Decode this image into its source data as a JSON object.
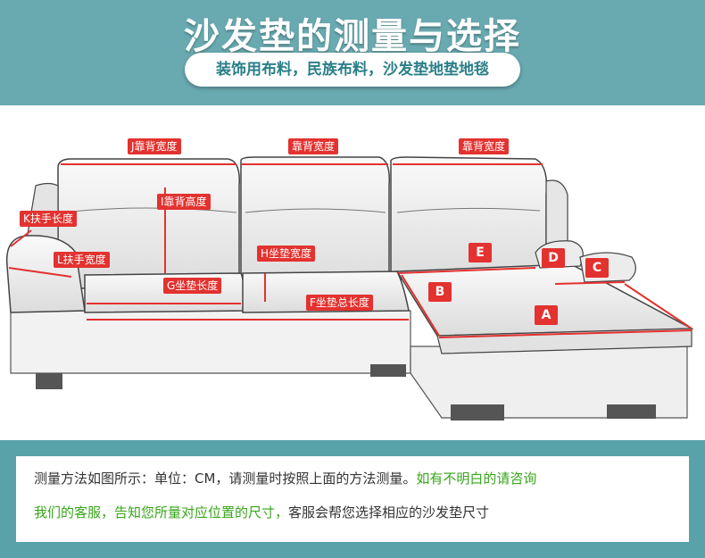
{
  "header": {
    "title": "沙发垫的测量与选择",
    "subtitle": "装饰用布料，民族布料，沙发垫地垫地毯",
    "background": "#69a9b0"
  },
  "labels": {
    "j_back_width": "J靠背宽度",
    "back_width_mid": "靠背宽度",
    "back_width_right": "靠背宽度",
    "i_back_height": "I靠背高度",
    "k_arm_length": "K扶手长度",
    "l_arm_width": "L扶手宽度",
    "h_seat_width": "H坐垫宽度",
    "g_seat_length": "G坐垫长度",
    "f_seat_total_length": "F坐垫总长度",
    "a": "A",
    "b": "B",
    "c": "C",
    "d": "D",
    "e": "E"
  },
  "footer": {
    "line1_normal": "测量方法如图所示：单位：CM，请测量时按照上面的方法测量。",
    "line1_highlight": "如有不明白的请咨询",
    "line2_highlight": "我们的客服，告知您所量对应位置的尺寸，",
    "line2_normal": "客服会帮您选择相应的沙发垫尺寸"
  },
  "colors": {
    "accent": "#e3322f",
    "highlight_text": "#38a51b",
    "teal": "#5aa2aa"
  }
}
